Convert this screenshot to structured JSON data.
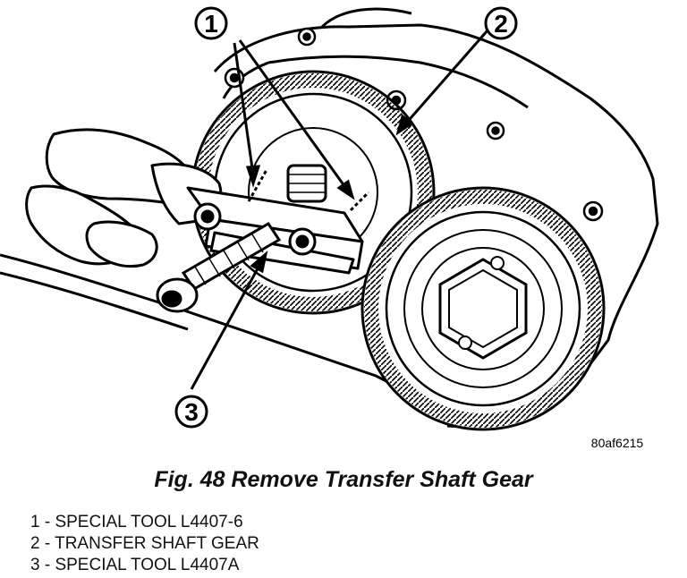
{
  "figure": {
    "callouts": [
      "1",
      "2",
      "3"
    ],
    "figure_code": "80af6215"
  },
  "caption": "Fig. 48 Remove Transfer Shaft Gear",
  "legend": [
    "1 - SPECIAL TOOL L4407-6",
    "2 - TRANSFER SHAFT GEAR",
    "3 - SPECIAL TOOL L4407A"
  ]
}
